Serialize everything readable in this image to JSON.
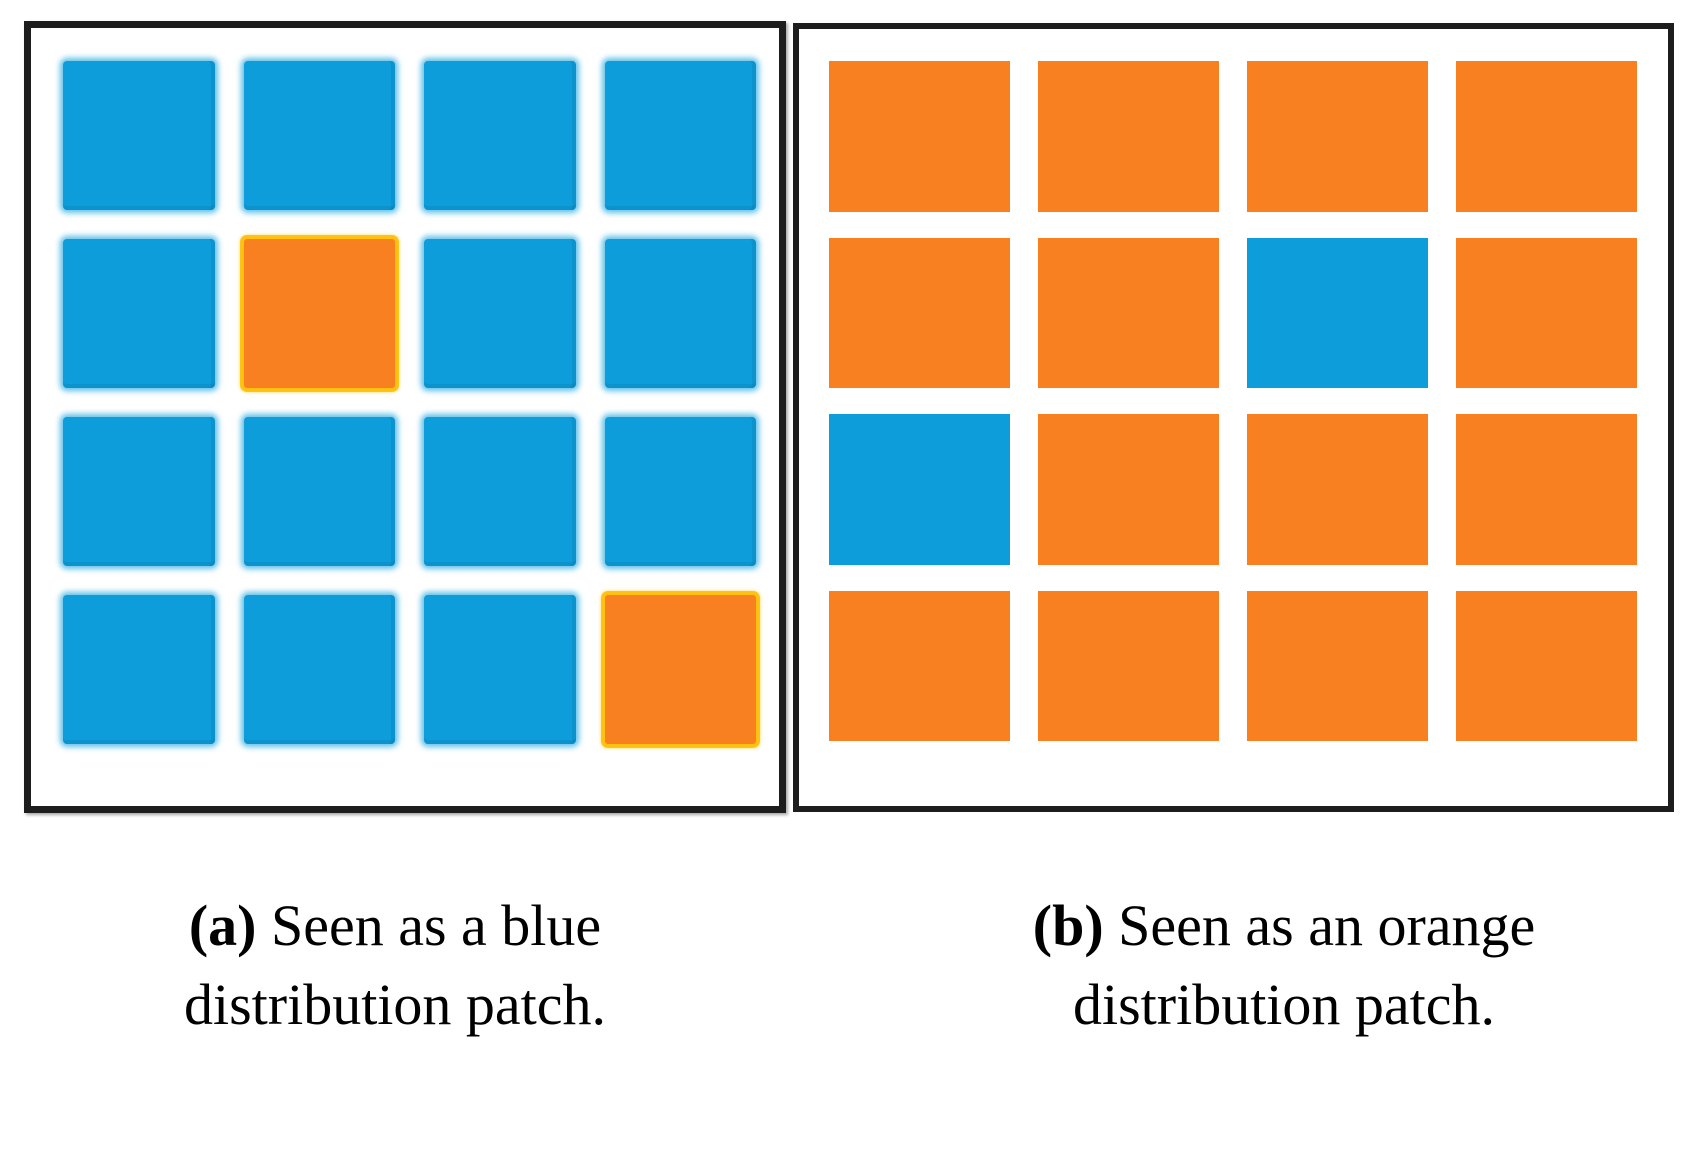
{
  "figure": {
    "type": "two-panel-illustration",
    "colors": {
      "blue": "#0d9ddb",
      "orange": "#f98021",
      "blue_glow": "#29abe2",
      "orange_glow": "#ffc107",
      "panel_border": "#1d1d1d",
      "background": "#ffffff"
    },
    "panels": [
      {
        "id": "a",
        "name": "blue-distribution-patch",
        "grid": {
          "rows": 4,
          "cols": 4
        },
        "style": "soft-glow",
        "dominant_color": "blue",
        "cells": [
          "blue",
          "blue",
          "blue",
          "blue",
          "blue",
          "orange",
          "blue",
          "blue",
          "blue",
          "blue",
          "blue",
          "blue",
          "blue",
          "blue",
          "blue",
          "orange"
        ],
        "minority_positions": [
          {
            "row": 2,
            "col": 2,
            "color": "orange"
          },
          {
            "row": 4,
            "col": 4,
            "color": "orange"
          }
        ],
        "counts": {
          "blue": 14,
          "orange": 2
        }
      },
      {
        "id": "b",
        "name": "orange-distribution-patch",
        "grid": {
          "rows": 4,
          "cols": 4
        },
        "style": "flat",
        "dominant_color": "orange",
        "cells": [
          "orange",
          "orange",
          "orange",
          "orange",
          "orange",
          "orange",
          "blue",
          "orange",
          "blue",
          "orange",
          "orange",
          "orange",
          "orange",
          "orange",
          "orange",
          "orange"
        ],
        "minority_positions": [
          {
            "row": 2,
            "col": 3,
            "color": "blue"
          },
          {
            "row": 3,
            "col": 1,
            "color": "blue"
          }
        ],
        "counts": {
          "orange": 14,
          "blue": 2
        }
      }
    ]
  },
  "captions": {
    "a": {
      "tag": "(a)",
      "tag_letter": "a",
      "line1": "Seen as a blue",
      "line2": "distribution patch.",
      "full": "(a) Seen as a blue distribution patch."
    },
    "b": {
      "tag": "(b)",
      "tag_letter": "b",
      "line1": "Seen as an orange",
      "line2": "distribution patch.",
      "full": "(b) Seen as an orange distribution patch."
    }
  }
}
